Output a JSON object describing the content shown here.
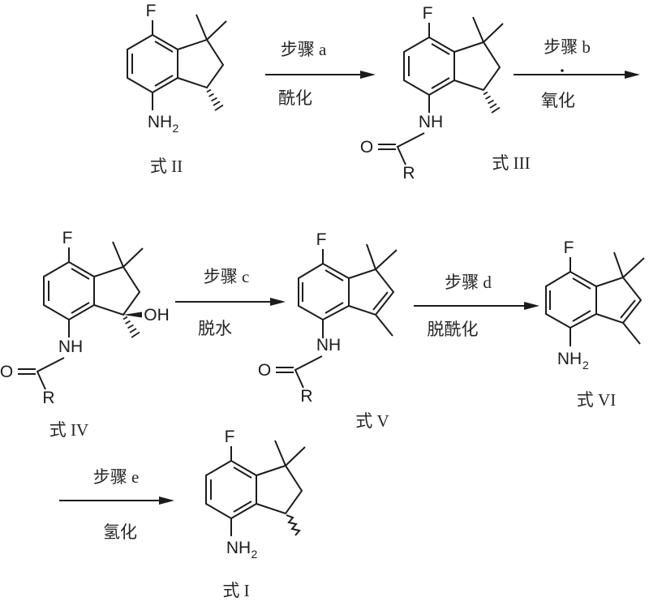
{
  "colors": {
    "ink": "#1c1c1c",
    "background": "#ffffff"
  },
  "atoms": {
    "fluorine": "F",
    "amine": "NH",
    "amine_sub": "2",
    "amide": "NH",
    "oxygen": "O",
    "r_group": "R",
    "hydroxyl": "OH"
  },
  "structures": [
    {
      "label": "式 II"
    },
    {
      "label": "式 III"
    },
    {
      "label": "式 IV"
    },
    {
      "label": "式 V"
    },
    {
      "label": "式 VI"
    },
    {
      "label": "式 I"
    }
  ],
  "steps": [
    {
      "name": "步骤 a",
      "reaction": "酰化"
    },
    {
      "name": "步骤 b",
      "reaction": "氧化"
    },
    {
      "name": "步骤 c",
      "reaction": "脱水"
    },
    {
      "name": "步骤 d",
      "reaction": "脱酰化"
    },
    {
      "name": "步骤 e",
      "reaction": "氢化"
    }
  ]
}
